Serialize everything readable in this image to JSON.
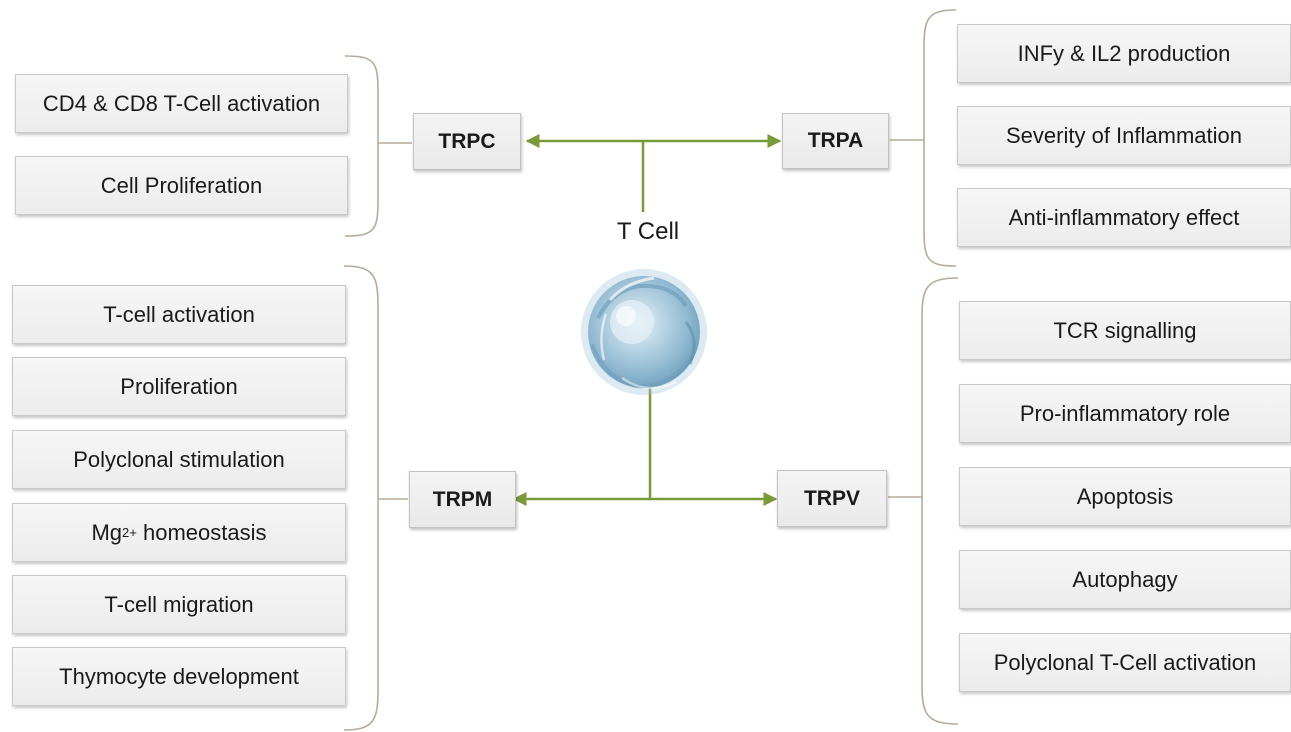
{
  "center": {
    "label": "T Cell"
  },
  "channels": {
    "trpc": "TRPC",
    "trpa": "TRPA",
    "trpm": "TRPM",
    "trpv": "TRPV"
  },
  "trpc_effects": [
    "CD4 & CD8 T-Cell activation",
    "Cell Proliferation"
  ],
  "trpa_effects": [
    "INFy & IL2 production",
    "Severity of Inflammation",
    "Anti-inflammatory effect"
  ],
  "trpm_effects": {
    "item0": "T-cell activation",
    "item1": "Proliferation",
    "item2": "Polyclonal stimulation",
    "mg_base": "Mg",
    "mg_sup": "2+",
    "mg_rest": " homeostasis",
    "item4": "T-cell migration",
    "item5": "Thymocyte development"
  },
  "trpv_effects": [
    "TCR signalling",
    "Pro-inflammatory role",
    "Apoptosis",
    "Autophagy",
    "Polyclonal T-Cell activation"
  ],
  "colors": {
    "arrow": "#7a9a3a",
    "bracket": "#b5ab98",
    "cell": "#9cc2da"
  }
}
